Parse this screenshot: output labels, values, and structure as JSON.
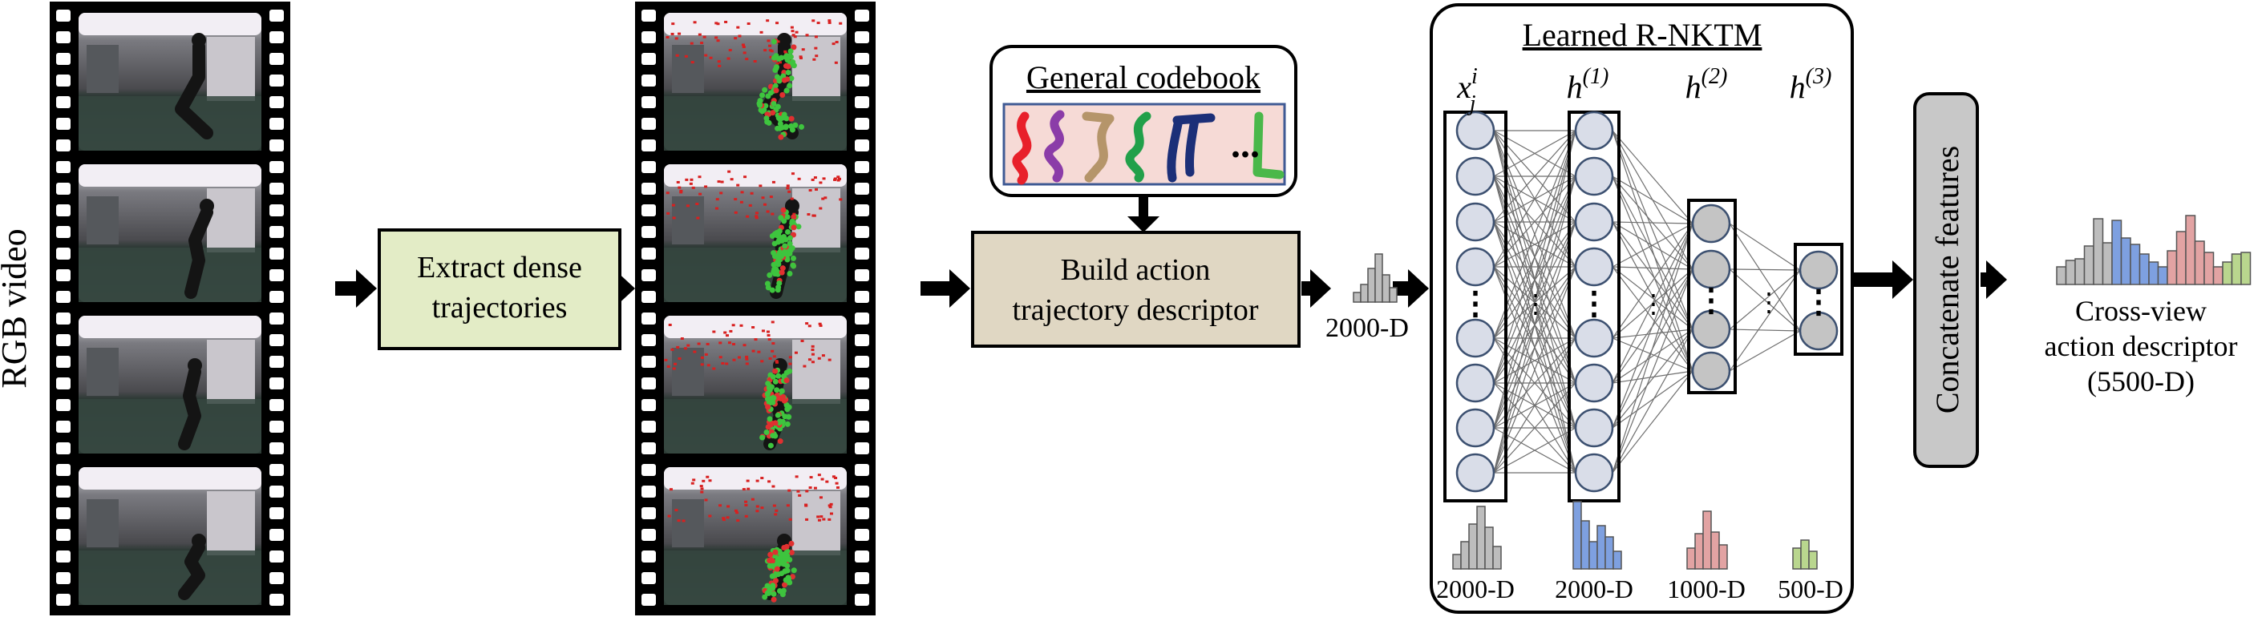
{
  "input_label": "RGB video",
  "steps": {
    "extract": {
      "line1": "Extract dense",
      "line2": "trajectories"
    },
    "build": {
      "line1": "Build action",
      "line2": "trajectory descriptor"
    },
    "concat": "Concatenate features"
  },
  "codebook": {
    "title": "General codebook",
    "ellipsis": "..."
  },
  "descriptor_dim": "2000-D",
  "network": {
    "title": "Learned R-NKTM",
    "layers": [
      {
        "sym": "x",
        "sub": "j",
        "sup": "i",
        "dim": "2000-D"
      },
      {
        "sym": "h",
        "sup": "(1)",
        "dim": "2000-D"
      },
      {
        "sym": "h",
        "sup": "(2)",
        "dim": "1000-D"
      },
      {
        "sym": "h",
        "sup": "(3)",
        "dim": "500-D"
      }
    ],
    "dots": "⋮"
  },
  "output": {
    "line1": "Cross-view",
    "line2": "action descriptor",
    "line3": "(5500-D)"
  },
  "colors": {
    "extract_fill": "#e3ecc6",
    "build_fill": "#e0d7c3",
    "concat_fill": "#c8c8c8",
    "codebook_fill": "#f6dad6",
    "codebook_strip": "#3f5a94",
    "node_input": "#d9dde8",
    "node_hidden": "#c4c4c4",
    "node_stroke": "#3c5070",
    "hist_gray": "#bdbdbd",
    "hist_blue": "#7ea0e0",
    "hist_red": "#e2a3a3",
    "hist_green": "#b9d68e",
    "traj_colors": [
      "#e8202a",
      "#8b3ca8",
      "#b5956a",
      "#22a04a",
      "#1c2f78",
      "#4ab84a"
    ]
  }
}
